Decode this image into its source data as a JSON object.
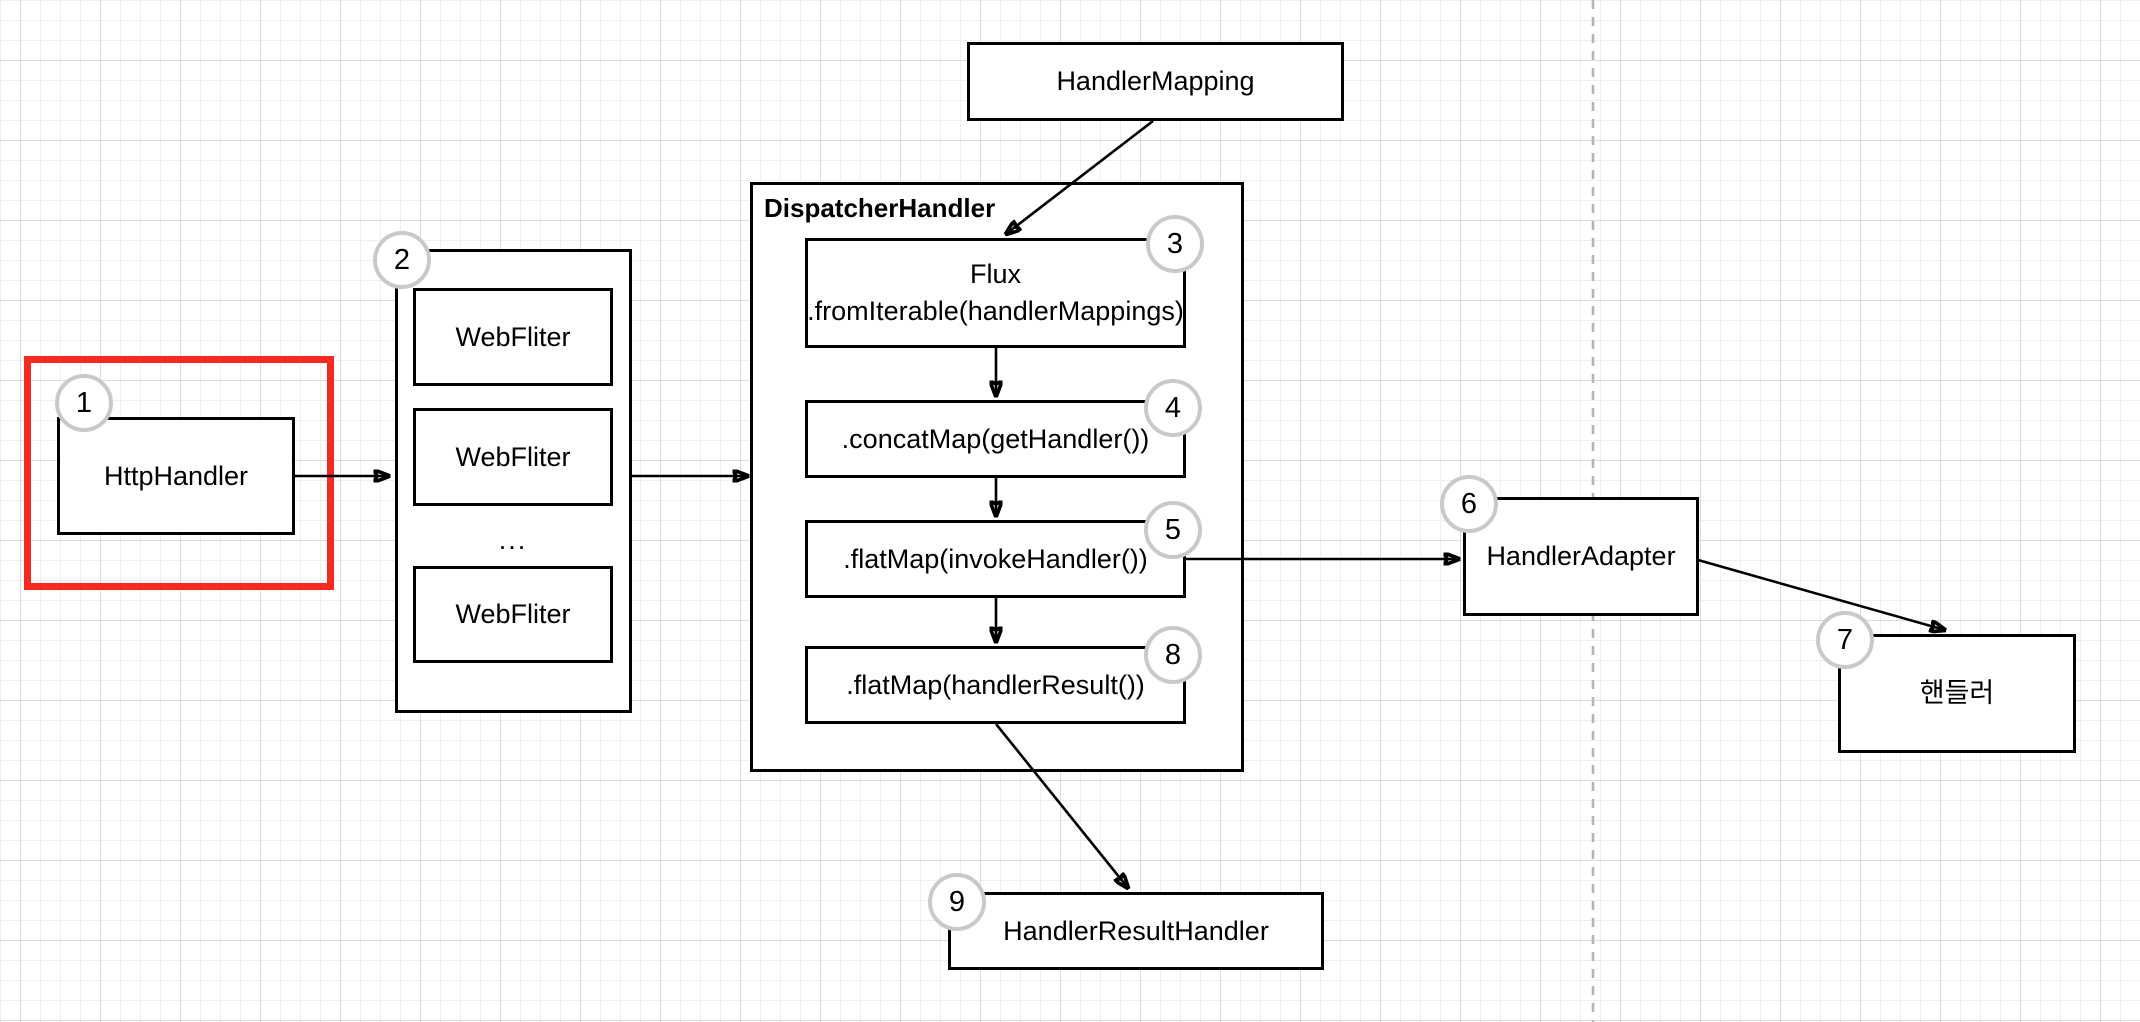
{
  "diagram": {
    "nodes": {
      "handlerMapping": {
        "label": "HandlerMapping"
      },
      "httpHandler": {
        "label": "HttpHandler",
        "badge": "1"
      },
      "webFilterGroup": {
        "badge": "2",
        "filters": [
          "WebFliter",
          "WebFliter",
          "WebFliter"
        ],
        "ellipsis": "..."
      },
      "dispatcherHandler": {
        "label": "DispatcherHandler"
      },
      "flux": {
        "line1": "Flux",
        "line2": ".fromIterable(handlerMappings)",
        "badge": "3"
      },
      "concatMap": {
        "label": ".concatMap(getHandler())",
        "badge": "4"
      },
      "flatMapInvoke": {
        "label": ".flatMap(invokeHandler())",
        "badge": "5"
      },
      "flatMapResult": {
        "label": ".flatMap(handlerResult())",
        "badge": "8"
      },
      "handlerAdapter": {
        "label": "HandlerAdapter",
        "badge": "6"
      },
      "handlerKorean": {
        "label": "핸들러",
        "badge": "7"
      },
      "handlerResultHandler": {
        "label": "HandlerResultHandler",
        "badge": "9"
      }
    },
    "colors": {
      "stroke": "#000000",
      "highlightRed": "#f5291f",
      "badgeBorder": "#c9c9c9",
      "gridMinor": "#efefef",
      "gridMajor": "#dcdcdc",
      "guideDash": "#b5b5b5",
      "canvasBackground": "#ffffff"
    }
  }
}
